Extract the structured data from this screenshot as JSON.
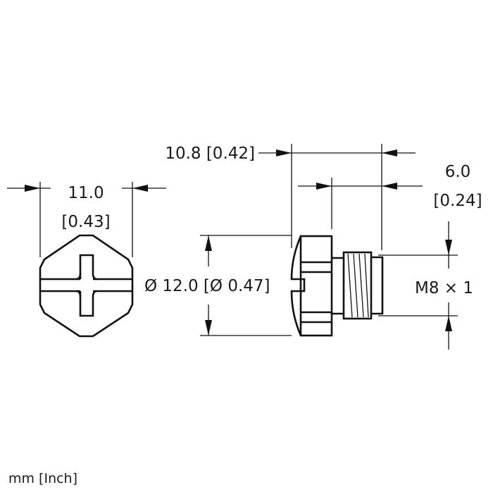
{
  "drawing": {
    "front_view": {
      "width_dimension": {
        "value": "11.0",
        "inch": "[0.43]"
      }
    },
    "side_view": {
      "overall_length": {
        "label": "10.8 [0.42]"
      },
      "thread_length": {
        "value": "6.0",
        "inch": "[0.24]"
      },
      "head_diameter": {
        "label": "Ø 12.0 [Ø 0.47]"
      },
      "thread_spec": {
        "label": "M8 × 1"
      }
    },
    "units_note": "mm [Inch]",
    "colors": {
      "line": "#111111",
      "background": "#ffffff"
    }
  }
}
